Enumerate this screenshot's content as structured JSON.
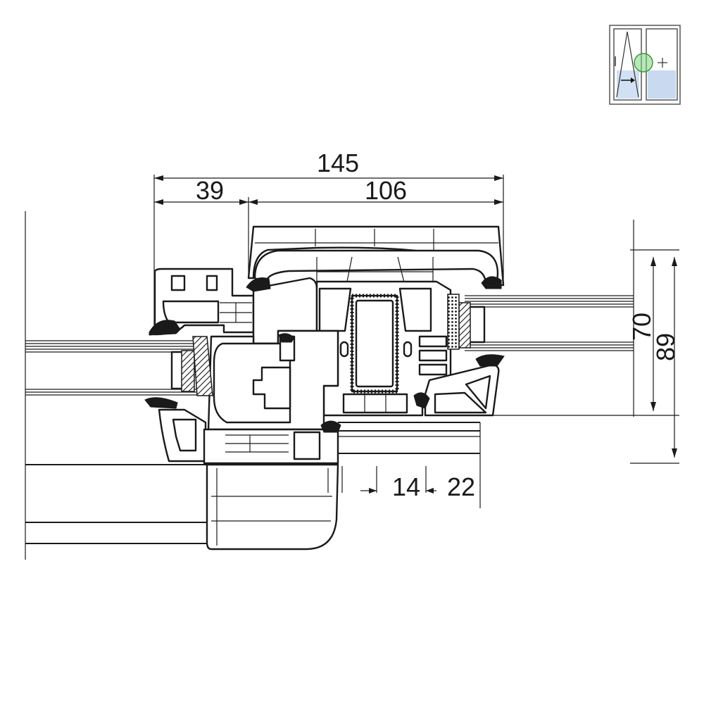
{
  "dimensions": {
    "overall_width": "145",
    "frame_width": "39",
    "sash_width": "106",
    "offset_small": "14",
    "offset_large": "22",
    "glazing_thickness_inner": "70",
    "glazing_thickness_outer": "89"
  },
  "thumbnail": {
    "icon": "sliding-window-icon",
    "glass_color": "#c9daf0",
    "marker_color": "#7ed37e"
  },
  "colors": {
    "line": "#1a1a1a",
    "background": "#ffffff"
  }
}
